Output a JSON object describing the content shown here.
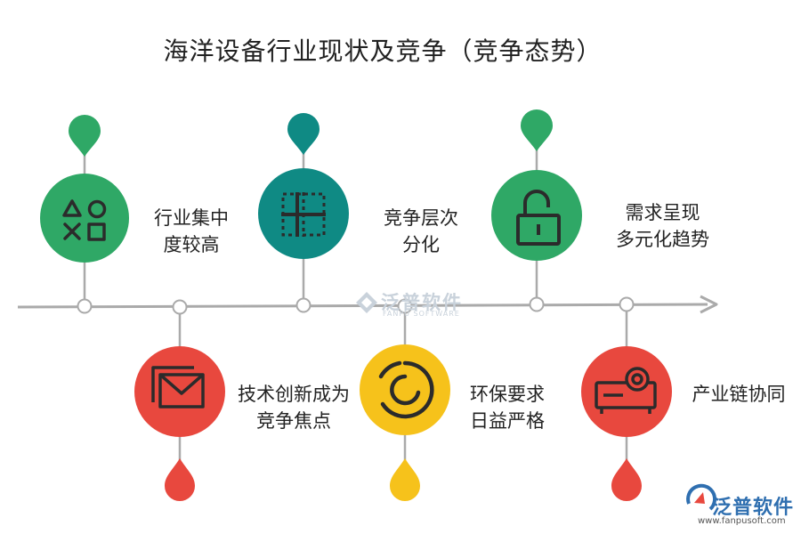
{
  "title": "海洋设备行业现状及竞争（竞争态势）",
  "colors": {
    "green": "#2fa866",
    "teal": "#0f8a84",
    "red": "#e8483e",
    "yellow": "#f6c21b",
    "axis": "#aaaaaa",
    "icon_dark": "#2b2b2b"
  },
  "items_top": [
    {
      "label": "行业集中\n度较高",
      "icon": "playstation-shapes-icon",
      "color": "green"
    },
    {
      "label": "竞争层次\n分化",
      "icon": "grid-layout-icon",
      "color": "teal"
    },
    {
      "label": "需求呈现\n多元化趋势",
      "icon": "unlock-icon",
      "color": "green"
    }
  ],
  "items_bottom": [
    {
      "label": "技术创新成为\n竞争焦点",
      "icon": "mail-stack-icon",
      "color": "red"
    },
    {
      "label": "环保要求\n日益严格",
      "icon": "circular-arrows-icon",
      "color": "yellow"
    },
    {
      "label": "产业链协同",
      "icon": "projector-icon",
      "color": "red"
    }
  ],
  "watermark": {
    "text": "泛普软件",
    "sub": "FANPU SOFTWARE"
  },
  "logo": {
    "text": "泛普软件",
    "url": "www.fanpusoft.com"
  }
}
